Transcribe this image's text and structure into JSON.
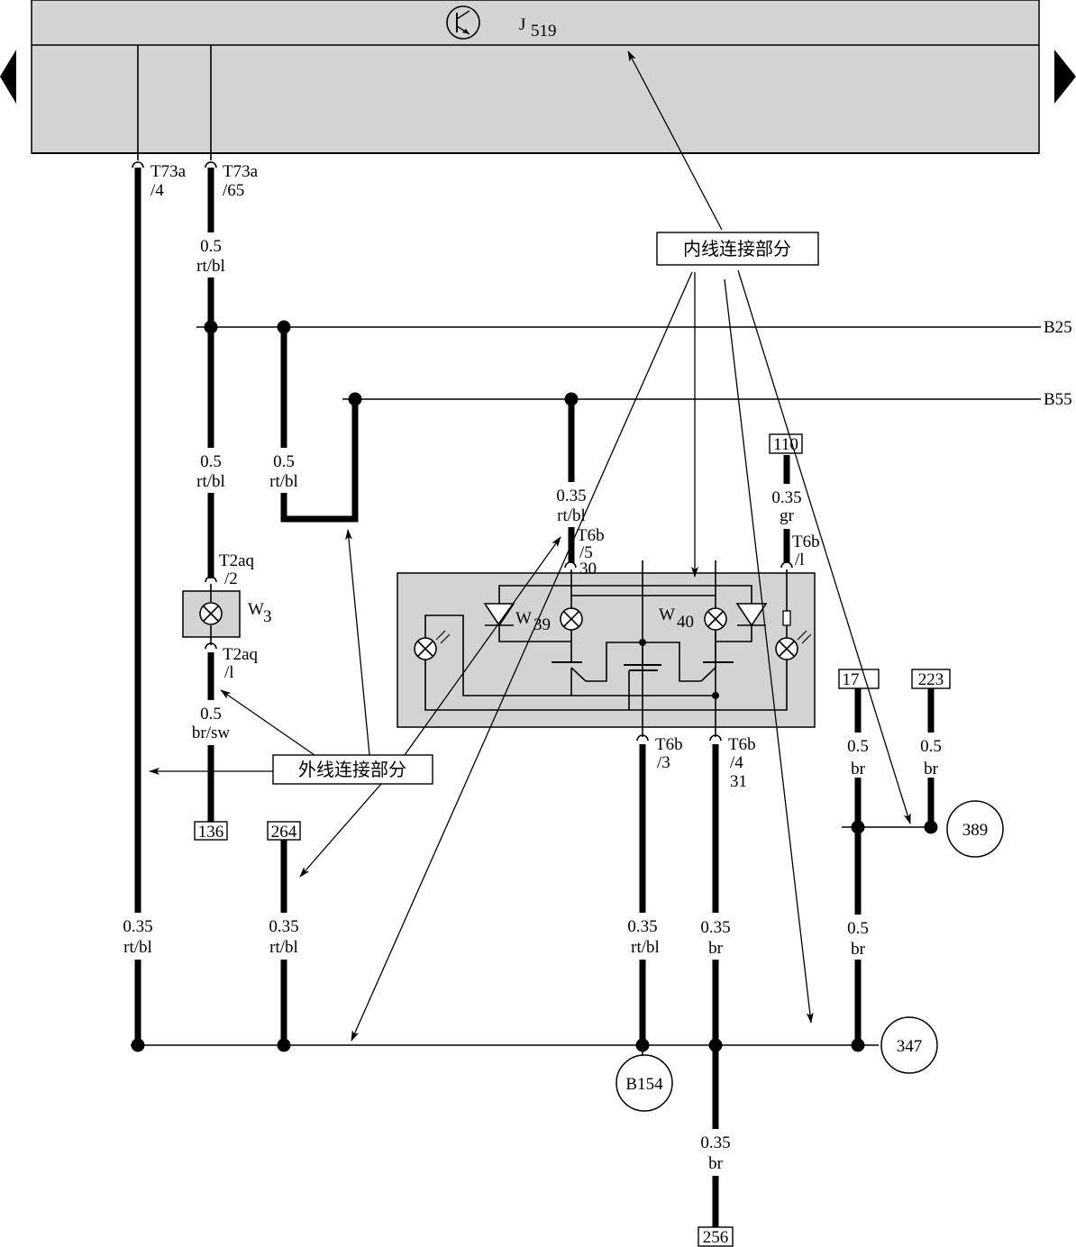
{
  "header": {
    "module_name": "J",
    "module_sub": "519",
    "nav_left_icon": "triangle-left-icon",
    "nav_right_icon": "triangle-right-icon",
    "transistor_icon": "transistor-icon",
    "panel_color": "#d3d3d3"
  },
  "connectors": {
    "t73a_4_a": "T73a",
    "t73a_4_b": "/4",
    "t73a_65_a": "T73a",
    "t73a_65_b": "/65",
    "t2aq_2_a": "T2aq",
    "t2aq_2_b": "/2",
    "t2aq_1_a": "T2aq",
    "t2aq_1_b": "/l",
    "t6b_5_a": "T6b",
    "t6b_5_b": "/5",
    "t6b_5_c": "30",
    "t6b_1_a": "T6b",
    "t6b_1_b": "/l",
    "t6b_3_a": "T6b",
    "t6b_3_b": "/3",
    "t6b_4_a": "T6b",
    "t6b_4_b": "/4",
    "t6b_4_c": "31"
  },
  "wires": {
    "w_65_top_size": "0.5",
    "w_65_top_color": "rt/bl",
    "w_65_mid_size": "0.5",
    "w_65_mid_color": "rt/bl",
    "w_b25_size": "0.5",
    "w_b25_color": "rt/bl",
    "w_b55_size": "0.35",
    "w_b55_color": "rt/bl",
    "w_110_size": "0.35",
    "w_110_color": "gr",
    "w_w3_bottom_size": "0.5",
    "w_w3_bottom_color": "br/sw",
    "w_4_size": "0.35",
    "w_4_color": "rt/bl",
    "w_264_size": "0.35",
    "w_264_color": "rt/bl",
    "w_t6b3_size": "0.35",
    "w_t6b3_color": "rt/bl",
    "w_t6b4_size": "0.35",
    "w_t6b4_color": "br",
    "w_17_size": "0.5",
    "w_17_color": "br",
    "w_223_size": "0.5",
    "w_223_color": "br",
    "w_347_size": "0.5",
    "w_347_color": "br",
    "w_256_size": "0.35",
    "w_256_color": "br"
  },
  "buses": {
    "b25": "B25",
    "b55": "B55"
  },
  "refs": {
    "r110": "110",
    "r17": "17",
    "r223": "223",
    "r136": "136",
    "r264": "264",
    "r256": "256",
    "c389": "389",
    "c347": "347",
    "cB154": "B154"
  },
  "components": {
    "w3_name": "W",
    "w3_sub": "3",
    "w39_name": "W",
    "w39_sub": "39",
    "w40_name": "W",
    "w40_sub": "40",
    "lamp_icon": "lamp-icon",
    "diode_icon": "diode-icon",
    "switch_icon": "switch-icon",
    "module_color": "#d3d3d3"
  },
  "annotations": {
    "internal_connection": "内线连接部分",
    "external_connection": "外线连接部分"
  }
}
